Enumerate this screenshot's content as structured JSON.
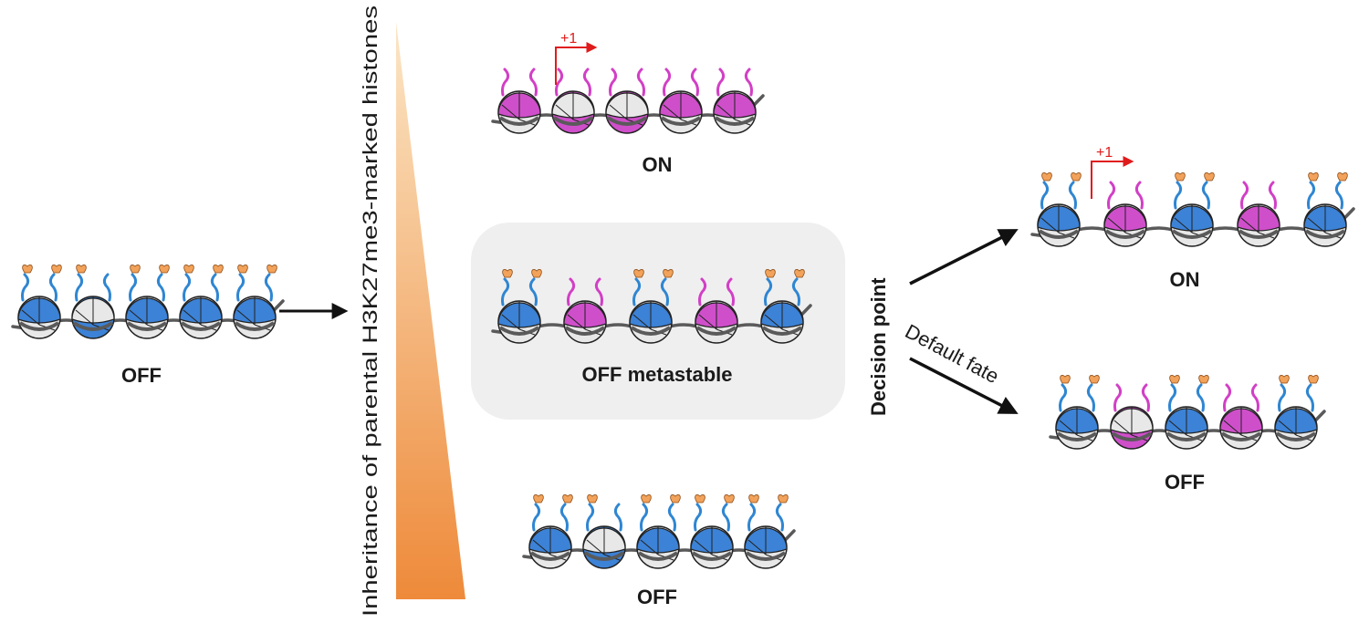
{
  "colors": {
    "off_tail": "#2f86d2",
    "on_tail": "#d23fc6",
    "off_nucleosome": "#3c82d6",
    "on_nucleosome": "#cf4fca",
    "unmarked_nucleosome": "#e8e8e8",
    "h3k27me3_mark": "#f2a25a",
    "dna": "#5a5a5a",
    "tss_arrow": "#e01b1b",
    "gradient_light": "#fbe6c6",
    "gradient_dark": "#ee8a3a",
    "metastable_box": "#efefef"
  },
  "initial": {
    "label": "OFF"
  },
  "gradient": {
    "label": "Inheritance of parental H3K27me3-marked histones"
  },
  "states": {
    "on": {
      "label": "ON",
      "tss_label": "+1"
    },
    "metastable": {
      "label": "OFF metastable"
    },
    "off": {
      "label": "OFF"
    }
  },
  "decision": {
    "label": "Decision point",
    "default_label": "Default fate",
    "on": {
      "label": "ON",
      "tss_label": "+1"
    },
    "off": {
      "label": "OFF"
    }
  },
  "nucleosome_types": {
    "initial": [
      "off",
      "mixed",
      "off",
      "off",
      "off"
    ],
    "on": [
      "on",
      "mixed_on",
      "mixed_on",
      "on",
      "on"
    ],
    "metastable": [
      "off",
      "on",
      "off",
      "on",
      "off"
    ],
    "off": [
      "off",
      "mixed",
      "off",
      "off",
      "off"
    ],
    "decision_on": [
      "off",
      "on",
      "off",
      "on",
      "off"
    ],
    "decision_off": [
      "off",
      "mixed_on",
      "off",
      "on",
      "off"
    ]
  }
}
